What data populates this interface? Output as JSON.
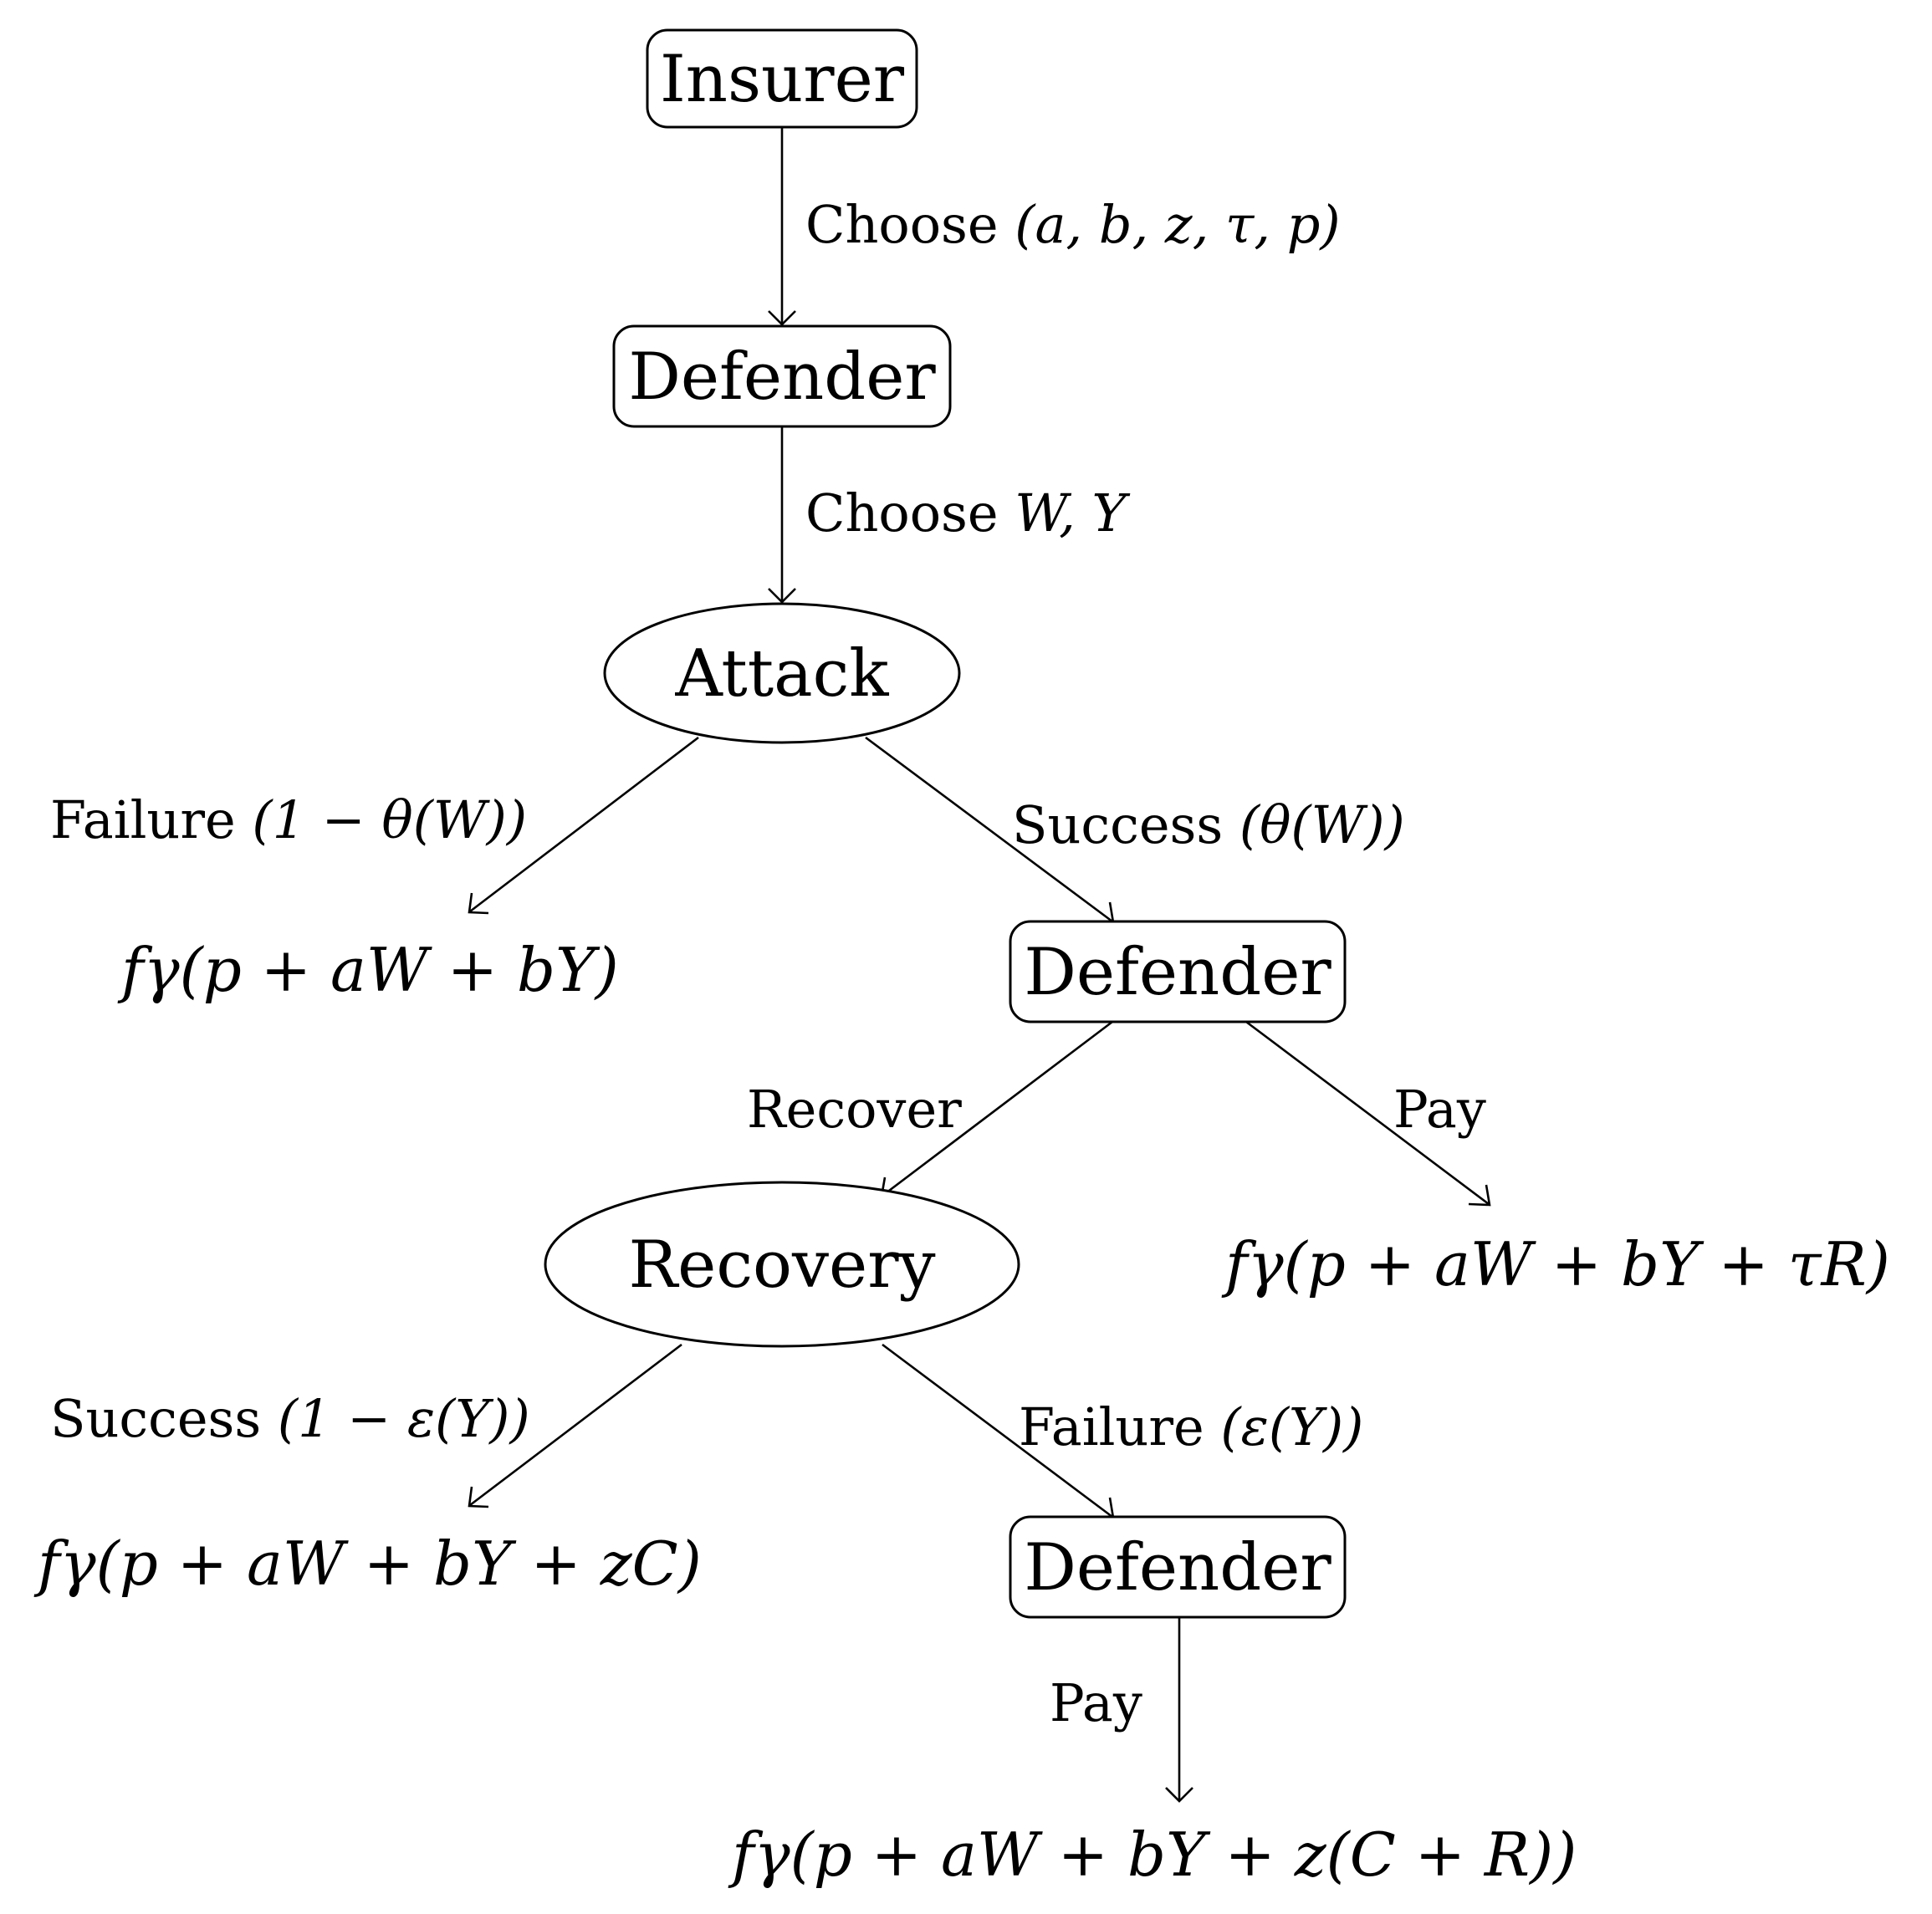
{
  "nodes": {
    "insurer": "Insurer",
    "defender_1": "Defender",
    "attack": "Attack",
    "defender_2": "Defender",
    "recovery": "Recovery",
    "defender_3": "Defender"
  },
  "edges": {
    "insurer_to_defender": {
      "prefix": "Choose ",
      "math": "(a, b, z, τ, p)"
    },
    "defender_to_attack": {
      "prefix": "Choose ",
      "math": "W, Y"
    },
    "attack_failure": {
      "prefix": "Failure ",
      "math": "(1 − θ(W))"
    },
    "attack_success": {
      "prefix": "Success ",
      "math": "(θ(W))"
    },
    "defender_recover": "Recover",
    "defender_pay": "Pay",
    "recovery_success": {
      "prefix": "Success ",
      "math": "(1 − ε(Y))"
    },
    "recovery_failure": {
      "prefix": "Failure ",
      "math": "(ε(Y))"
    },
    "final_pay": "Pay"
  },
  "payoffs": {
    "attack_failure": "fγ(p + aW + bY)",
    "pay_ransom": "fγ(p + aW + bY + τR)",
    "recovery_success": "fγ(p + aW + bY + zC)",
    "recovery_failure_pay": "fγ(p + aW + bY + z(C + R))"
  }
}
